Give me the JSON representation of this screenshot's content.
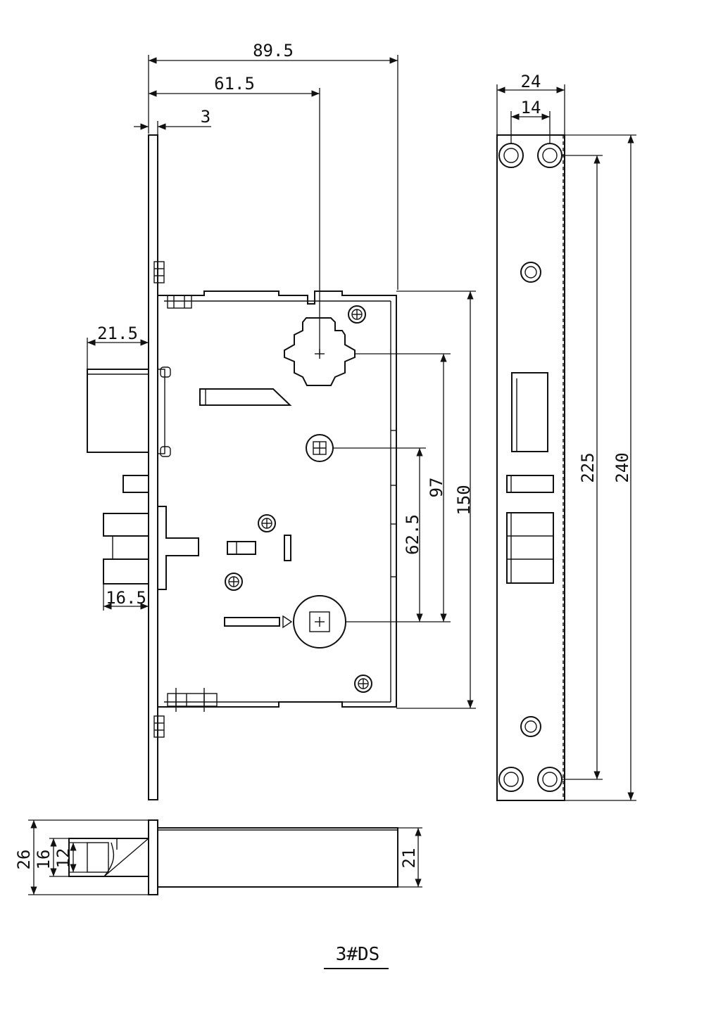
{
  "drawing": {
    "title": "3#DS"
  },
  "dimensions": {
    "front_width": "89.5",
    "spindle_backset": "61.5",
    "faceplate_thickness": "3",
    "deadbolt_projection": "21.5",
    "latch_projection": "16.5",
    "spindle_to_cylinder": "97",
    "lower_spindle_to_cylinder": "62.5",
    "case_height": "150",
    "faceplate_width": "24",
    "hole_spacing_width": "14",
    "hole_spacing_height": "225",
    "faceplate_height": "240",
    "latch_height_26": "26",
    "latch_height_16": "16",
    "latch_height_12": "12",
    "body_thickness": "21"
  }
}
